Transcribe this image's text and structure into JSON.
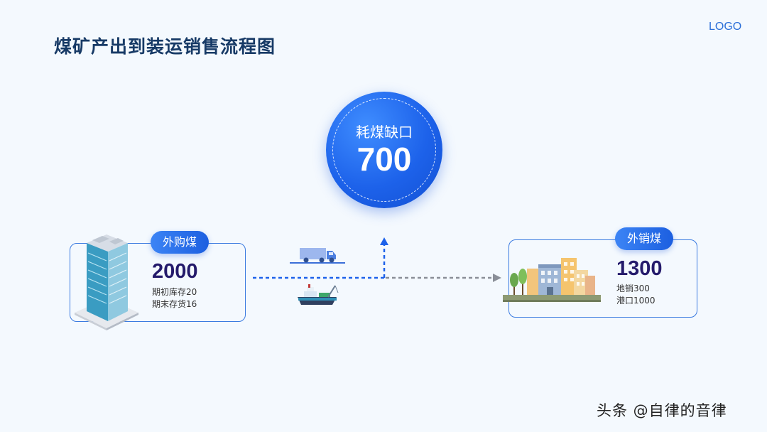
{
  "title": "煤矿产出到装运销售流程图",
  "logo": "LOGO",
  "center": {
    "label": "耗煤缺口",
    "value": "700"
  },
  "left": {
    "tag": "外购煤",
    "value": "2000",
    "notes": [
      "期初库存20",
      "期末存货16"
    ]
  },
  "right": {
    "tag": "外销煤",
    "value": "1300",
    "notes": [
      "地销300",
      "港口1000"
    ]
  },
  "watermark": "头条 @自律的音律",
  "colors": {
    "accent": "#1d62ea",
    "title": "#173a66",
    "number": "#241a6b",
    "background": "#f4f9fe"
  }
}
